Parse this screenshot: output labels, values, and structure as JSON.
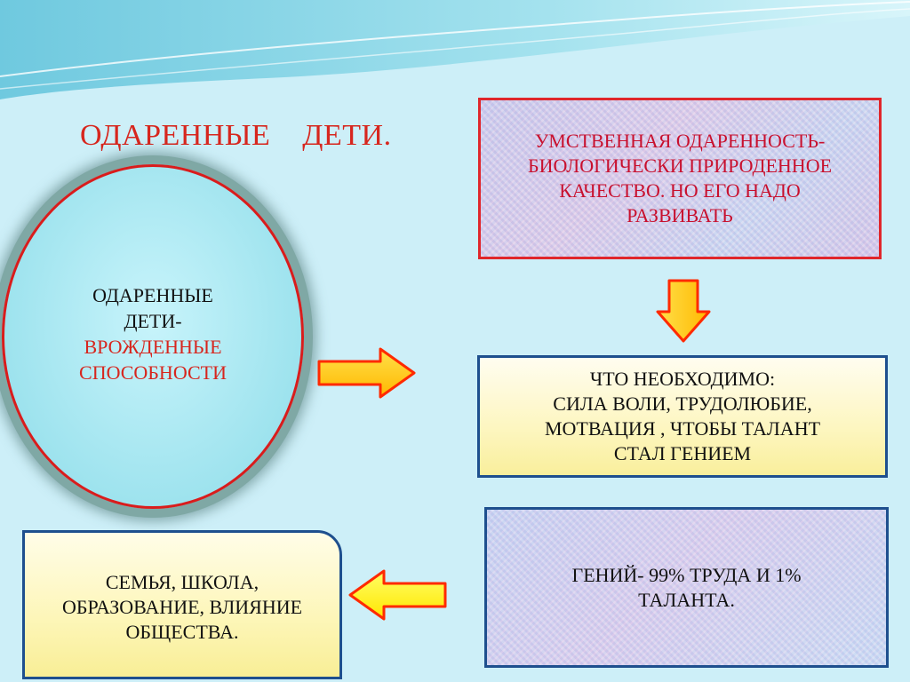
{
  "title": "ОДАРЕННЫЕ    ДЕТИ.",
  "oval": {
    "line1": "ОДАРЕННЫЕ",
    "line2": "ДЕТИ-",
    "line3": "ВРОЖДЕННЫЕ",
    "line4": "СПОСОБНОСТИ"
  },
  "top_box": {
    "line1": "УМСТВЕННАЯ ОДАРЕННОСТЬ-",
    "line2": "БИОЛОГИЧЕСКИ ПРИРОДЕННОЕ",
    "line3": "КАЧЕСТВО. НО ЕГО  НАДО",
    "line4": "РАЗВИВАТЬ"
  },
  "mid_box": {
    "line1": "ЧТО НЕОБХОДИМО:",
    "line2": "СИЛА ВОЛИ, ТРУДОЛЮБИЕ,",
    "line3": "МОТВАЦИЯ , ЧТОБЫ ТАЛАНТ",
    "line4": "СТАЛ ГЕНИЕМ"
  },
  "bottom_box": {
    "line1": "ГЕНИЙ- 99% ТРУДА И 1%",
    "line2": "ТАЛАНТА."
  },
  "left_box": {
    "line1": "СЕМЬЯ, ШКОЛА,",
    "line2": "ОБРАЗОВАНИЕ, ВЛИЯНИЕ",
    "line3": "ОБЩЕСТВА."
  },
  "colors": {
    "accent_red": "#d7261e",
    "box_border_blue": "#1e4f8e",
    "arrow_fill": "#ffd21a",
    "arrow_outline": "#ff2a00"
  },
  "icons": [
    "arrow-right-icon",
    "arrow-down-icon",
    "arrow-left-icon"
  ]
}
